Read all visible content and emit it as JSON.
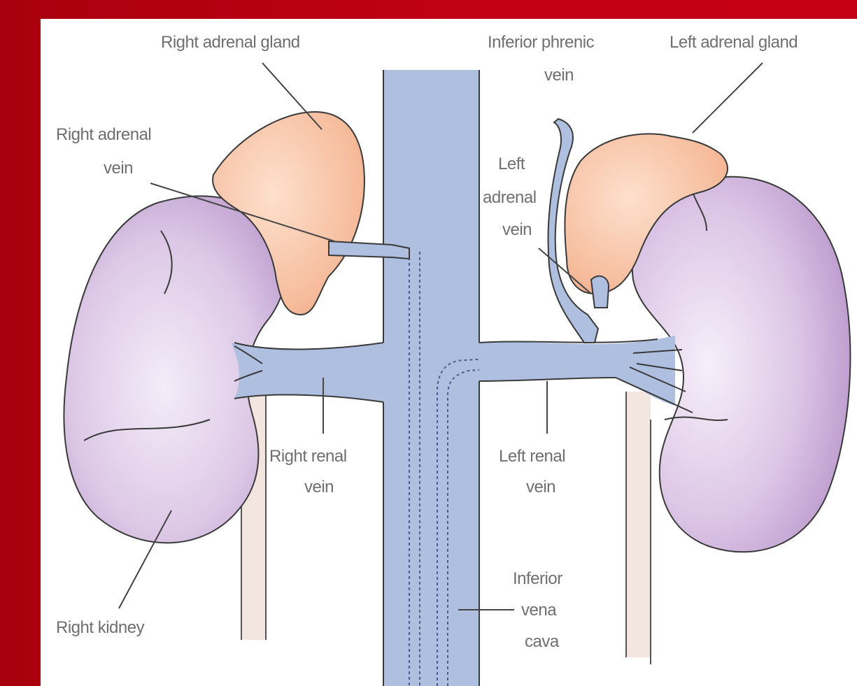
{
  "diagram": {
    "labels": {
      "right_adrenal_gland": "Right adrenal gland",
      "inferior_phrenic_vein": [
        "Inferior phrenic",
        "vein"
      ],
      "left_adrenal_gland": "Left adrenal gland",
      "right_adrenal_vein": [
        "Right adrenal",
        "vein"
      ],
      "left_adrenal_vein": [
        "Left",
        "adrenal",
        "vein"
      ],
      "right_renal_vein": [
        "Right renal",
        "vein"
      ],
      "left_renal_vein": [
        "Left renal",
        "vein"
      ],
      "inferior_vena_cava": [
        "Inferior",
        "vena",
        "cava"
      ],
      "right_kidney": "Right kidney"
    },
    "colors": {
      "frame": "#c00014",
      "panel": "#ffffff",
      "kidney": "#dcc8e6",
      "kidney_shade": "#c2a6d2",
      "adrenal": "#f6bc9c",
      "vein": "#aebfe0",
      "vein_outline": "#5a6f9a",
      "leader_line": "#444444",
      "ureter": "#f3e6e0",
      "label_text": "#6f6f6f"
    }
  }
}
